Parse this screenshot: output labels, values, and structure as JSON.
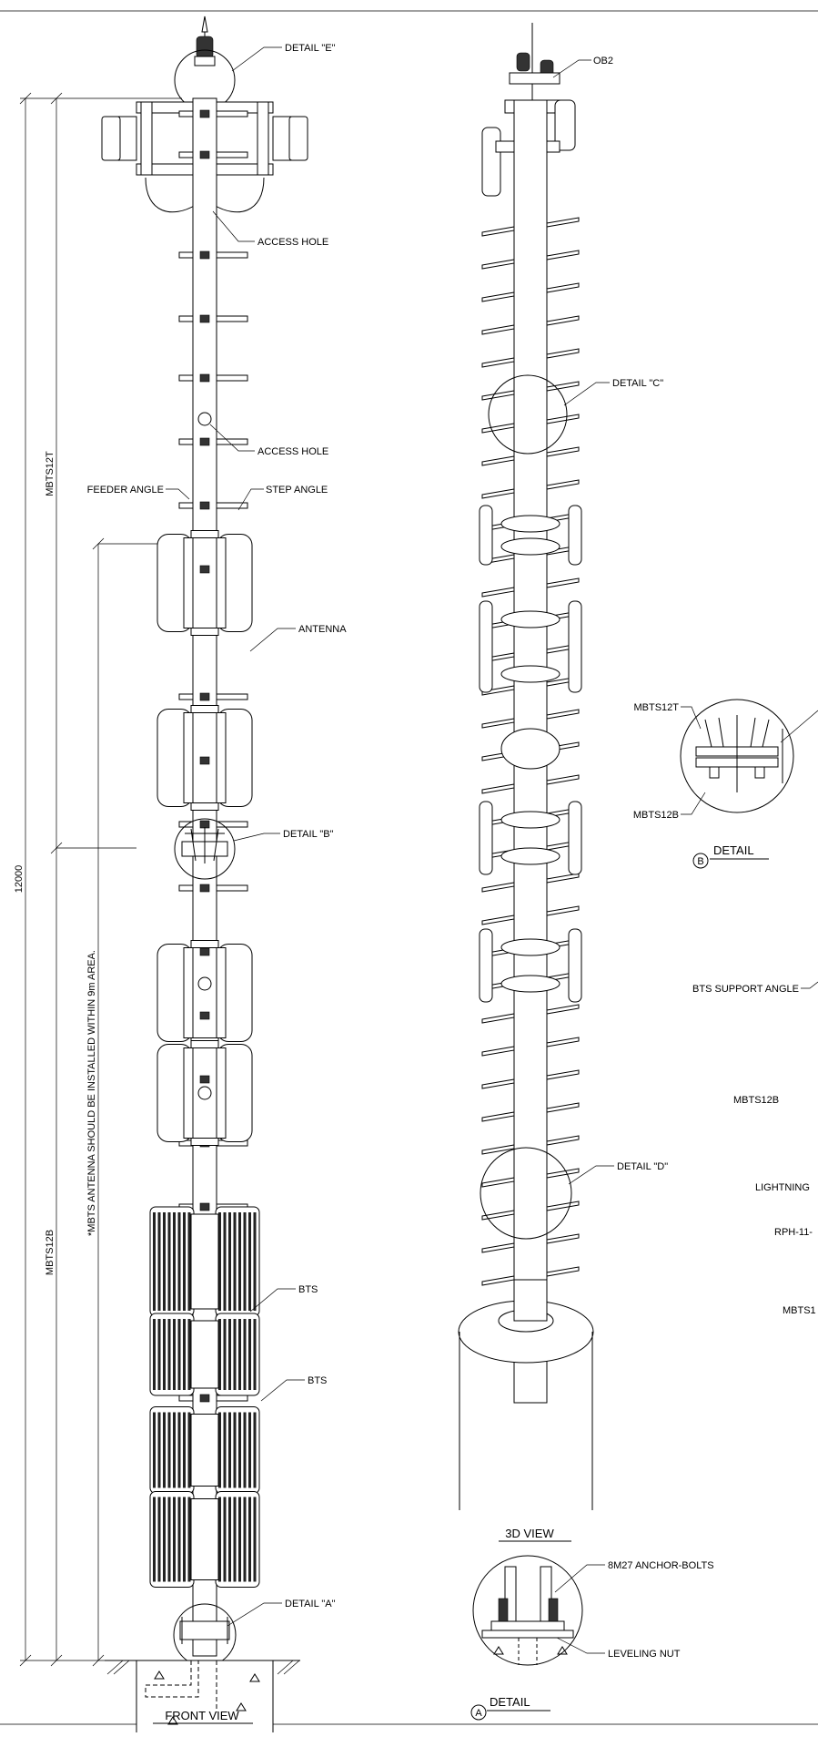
{
  "front_view": {
    "title": "FRONT VIEW",
    "labels": {
      "detail_e": "DETAIL \"E\"",
      "access_hole_top": "ACCESS HOLE",
      "access_hole_mid": "ACCESS HOLE",
      "feeder_angle": "FEEDER ANGLE",
      "step_angle": "STEP ANGLE",
      "antenna": "ANTENNA",
      "detail_b": "DETAIL \"B\"",
      "bts_1": "BTS",
      "bts_2": "BTS",
      "detail_a": "DETAIL \"A\""
    },
    "dimensions": {
      "overall": "12000",
      "top_segment": "MBTS12T",
      "bottom_segment": "MBTS12B",
      "note": "*MBTS ANTENNA SHOULD BE INSTALLED WITHIN 9m AREA."
    }
  },
  "view_3d": {
    "title": "3D VIEW",
    "labels": {
      "ob2": "OB2",
      "detail_c": "DETAIL \"C\"",
      "detail_d": "DETAIL \"D\""
    }
  },
  "detail_a": {
    "marker": "A",
    "title": "DETAIL",
    "labels": {
      "anchor_bolts": "8M27 ANCHOR-BOLTS",
      "leveling_nut": "LEVELING NUT"
    }
  },
  "detail_b": {
    "marker": "B",
    "title": "DETAIL",
    "labels": {
      "top": "MBTS12T",
      "bottom": "MBTS12B"
    }
  },
  "right_edge_labels": {
    "bts_support_angle": "BTS SUPPORT ANGLE",
    "mbts12b": "MBTS12B",
    "lightning": "LIGHTNING",
    "rph": "RPH-11-",
    "mbts1": "MBTS1"
  }
}
